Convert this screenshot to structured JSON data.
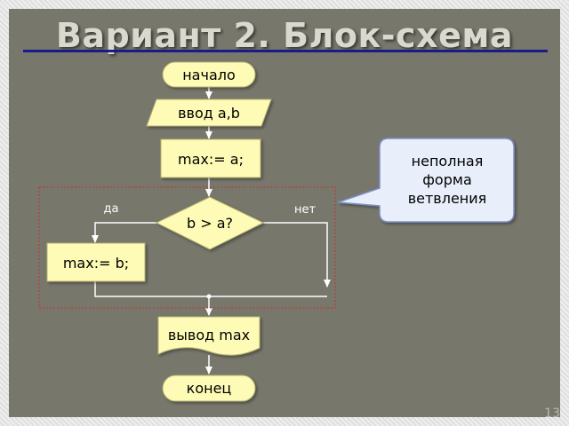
{
  "slide": {
    "title": "Вариант 2. Блок-схема",
    "number": "13"
  },
  "flowchart": {
    "start_label": "начало",
    "input_label": "ввод a,b",
    "assign_a_label": "max:= a;",
    "decision_label": "b > a?",
    "yes_label": "да",
    "no_label": "нет",
    "assign_b_label": "max:= b;",
    "output_label": "вывод max",
    "end_label": "конец"
  },
  "callout": {
    "line1": "неполная",
    "line2": "форма",
    "line3": "ветвления"
  },
  "colors": {
    "slide_background": "#77776c",
    "block_fill": "#fdfbb5",
    "callout_fill": "#e8eefa",
    "callout_border": "#7b8fcb",
    "highlight_border": "#c83030",
    "title_underline": "#1b1a8a"
  }
}
